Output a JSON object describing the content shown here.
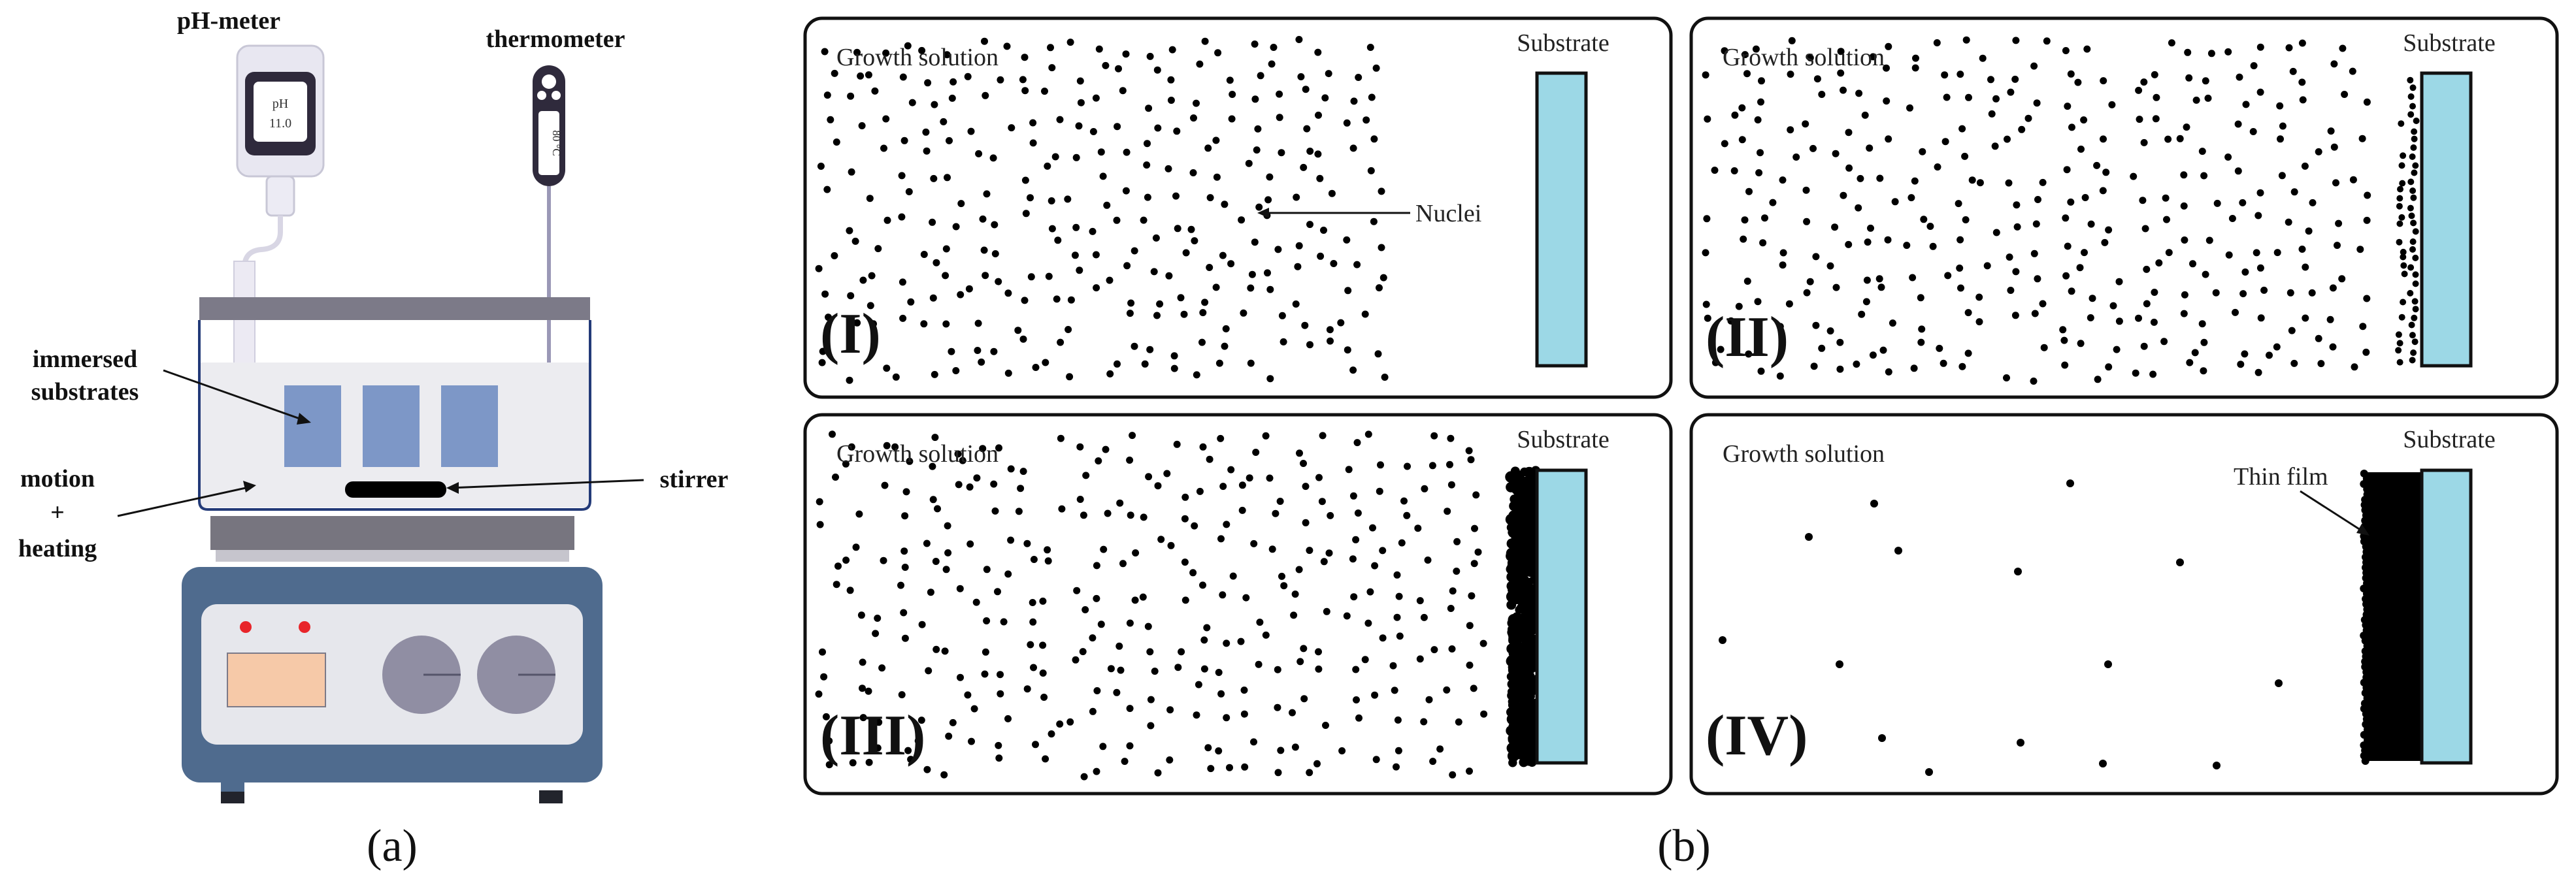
{
  "panel_a": {
    "ph_meter_label": "pH-meter",
    "ph_meter_screen_unit": "pH",
    "ph_meter_screen_value": "11.0",
    "thermometer_label": "thermometer",
    "thermometer_reading": "80 °C",
    "immersed_line1": "immersed",
    "immersed_line2": "substrates",
    "motion_line1": "motion",
    "motion_line2": "+",
    "motion_line3": "heating",
    "stirrer_label": "stirrer",
    "caption": "(a)"
  },
  "panel_b": {
    "caption": "(b)",
    "growth_solution": "Growth solution",
    "substrate": "Substrate",
    "nuclei_label": "Nuclei",
    "thin_film_label": "Thin film",
    "stages": [
      "(I)",
      "(II)",
      "(III)",
      "(IV)"
    ]
  },
  "colors": {
    "substrate_fill": "#9cd8e6",
    "hotplate_body": "#4f6b8e",
    "hotplate_panel": "#e6e7ec",
    "display_fill": "#f6c9a8",
    "knob_fill": "#908ea3",
    "immersed_substrate": "#7d97c7",
    "lid": "#7c7a88",
    "meter_body": "#e8e7f1",
    "meter_screen": "#2f2a3c",
    "stirrer": "#000000",
    "red_led": "#e8252a",
    "probe_tip": "#3dbb7b"
  }
}
